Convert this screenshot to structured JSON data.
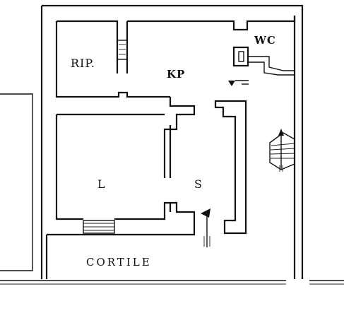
{
  "plan": {
    "rooms": {
      "storage": "RIP.",
      "kitchen": "KP",
      "toilet": "WC",
      "living": "L",
      "hall": "S"
    },
    "courtyard": "CORTILE"
  }
}
